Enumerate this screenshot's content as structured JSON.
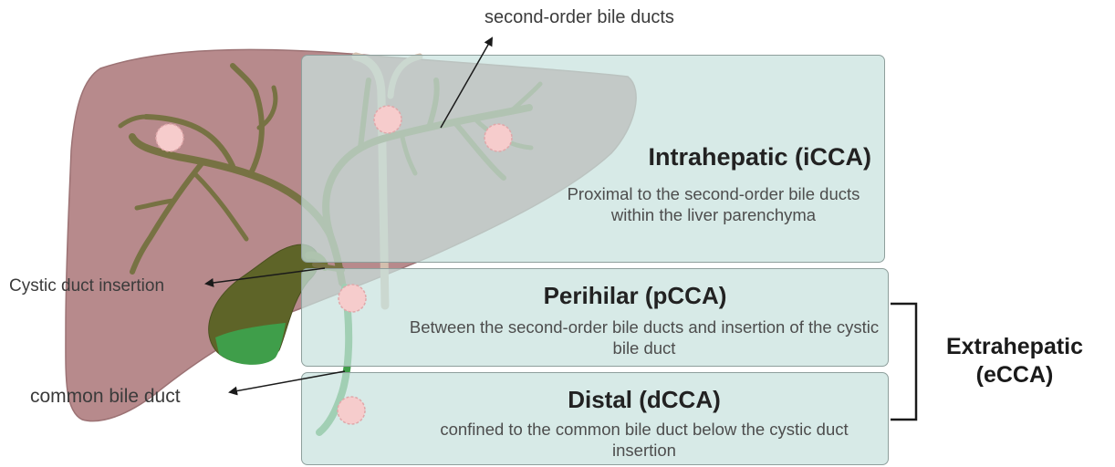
{
  "diagram": {
    "sections": [
      {
        "title": "Intrahepatic (iCCA)",
        "description": "Proximal to the second-order bile ducts within the liver parenchyma"
      },
      {
        "title": "Perihilar (pCCA)",
        "description": "Between the second-order bile ducts and insertion of the cystic bile duct"
      },
      {
        "title": "Distal (dCCA)",
        "description": "confined to the common bile duct below the cystic duct insertion"
      }
    ],
    "group": {
      "label_line1": "Extrahepatic",
      "label_line2": "(eCCA)"
    },
    "annotations": {
      "second_order": "second-order bile ducts",
      "cystic_insertion": "Cystic duct insertion",
      "common_bile_duct": "common bile duct"
    },
    "colors": {
      "liver": "#b78a8c",
      "bile_duct": "#777243",
      "gallbladder": "#5e6428",
      "gallbladder_bile": "#3f9e4a",
      "tumor": "#f6cccc",
      "box_fill": "#c8e2de",
      "box_border": "#8e9f9c"
    }
  }
}
